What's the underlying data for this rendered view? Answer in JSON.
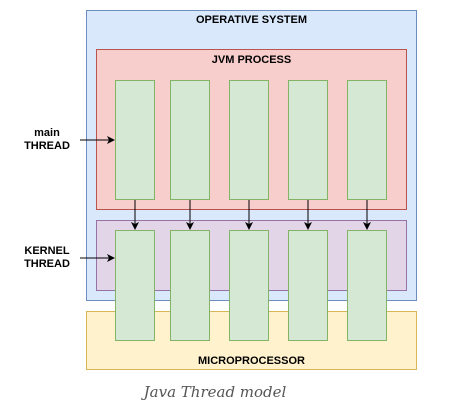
{
  "os": {
    "title": "OPERATIVE SYSTEM"
  },
  "jvm": {
    "title": "JVM PROCESS"
  },
  "microprocessor": {
    "title": "MICROPROCESSOR"
  },
  "main_thread": {
    "line1": "main",
    "line2": "THREAD"
  },
  "kernel_thread": {
    "line1": "KERNEL",
    "line2": "THREAD"
  },
  "caption": "Java Thread model",
  "colors": {
    "os_fill": "#dae8fc",
    "jvm_fill": "#f8cecc",
    "kernel_fill": "#e1d5e7",
    "micro_fill": "#fff2cc",
    "thread_fill": "#d5e8d4"
  }
}
